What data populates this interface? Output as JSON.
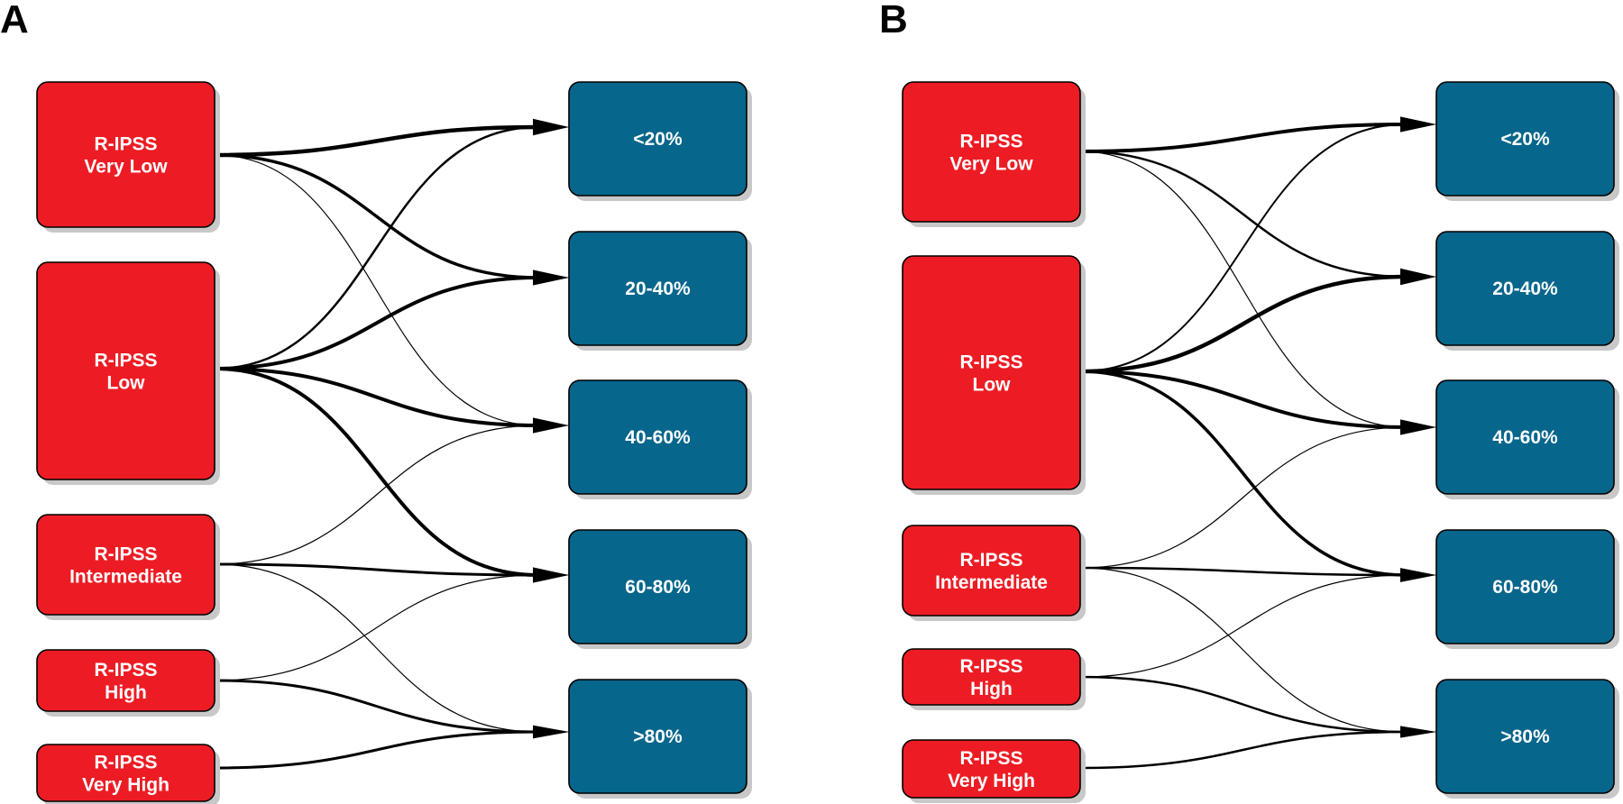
{
  "colors": {
    "source": "#ed1c24",
    "target": "#06668c",
    "flow": "#000000"
  },
  "target_labels": [
    "<20%",
    "20-40%",
    "40-60%",
    "60-80%",
    ">80%"
  ],
  "panels": [
    {
      "label": "A",
      "sources": [
        {
          "line1": "R-IPSS",
          "line2": "Very Low"
        },
        {
          "line1": "R-IPSS",
          "line2": "Low"
        },
        {
          "line1": "R-IPSS",
          "line2": "Intermediate"
        },
        {
          "line1": "R-IPSS",
          "line2": "High"
        },
        {
          "line1": "R-IPSS",
          "line2": "Very High"
        }
      ],
      "flows": [
        {
          "from": 0,
          "to": 0,
          "weight": 4.5
        },
        {
          "from": 0,
          "to": 1,
          "weight": 3.5
        },
        {
          "from": 0,
          "to": 2,
          "weight": 1.2
        },
        {
          "from": 1,
          "to": 0,
          "weight": 2.5
        },
        {
          "from": 1,
          "to": 1,
          "weight": 4.0
        },
        {
          "from": 1,
          "to": 2,
          "weight": 4.0
        },
        {
          "from": 1,
          "to": 3,
          "weight": 4.0
        },
        {
          "from": 2,
          "to": 2,
          "weight": 1.2
        },
        {
          "from": 2,
          "to": 3,
          "weight": 3.0
        },
        {
          "from": 2,
          "to": 4,
          "weight": 1.2
        },
        {
          "from": 3,
          "to": 3,
          "weight": 1.2
        },
        {
          "from": 3,
          "to": 4,
          "weight": 3.0
        },
        {
          "from": 4,
          "to": 4,
          "weight": 3.0
        }
      ]
    },
    {
      "label": "B",
      "sources": [
        {
          "line1": "R-IPSS",
          "line2": "Very Low"
        },
        {
          "line1": "R-IPSS",
          "line2": "Low"
        },
        {
          "line1": "R-IPSS",
          "line2": "Intermediate"
        },
        {
          "line1": "R-IPSS",
          "line2": "High"
        },
        {
          "line1": "R-IPSS",
          "line2": "Very High"
        }
      ],
      "flows": [
        {
          "from": 0,
          "to": 0,
          "weight": 4.0
        },
        {
          "from": 0,
          "to": 1,
          "weight": 2.5
        },
        {
          "from": 0,
          "to": 2,
          "weight": 1.2
        },
        {
          "from": 1,
          "to": 0,
          "weight": 2.0
        },
        {
          "from": 1,
          "to": 1,
          "weight": 4.5
        },
        {
          "from": 1,
          "to": 2,
          "weight": 4.0
        },
        {
          "from": 1,
          "to": 3,
          "weight": 3.5
        },
        {
          "from": 2,
          "to": 2,
          "weight": 1.2
        },
        {
          "from": 2,
          "to": 3,
          "weight": 2.5
        },
        {
          "from": 2,
          "to": 4,
          "weight": 1.2
        },
        {
          "from": 3,
          "to": 3,
          "weight": 1.2
        },
        {
          "from": 3,
          "to": 4,
          "weight": 2.5
        },
        {
          "from": 4,
          "to": 4,
          "weight": 2.5
        }
      ]
    }
  ]
}
